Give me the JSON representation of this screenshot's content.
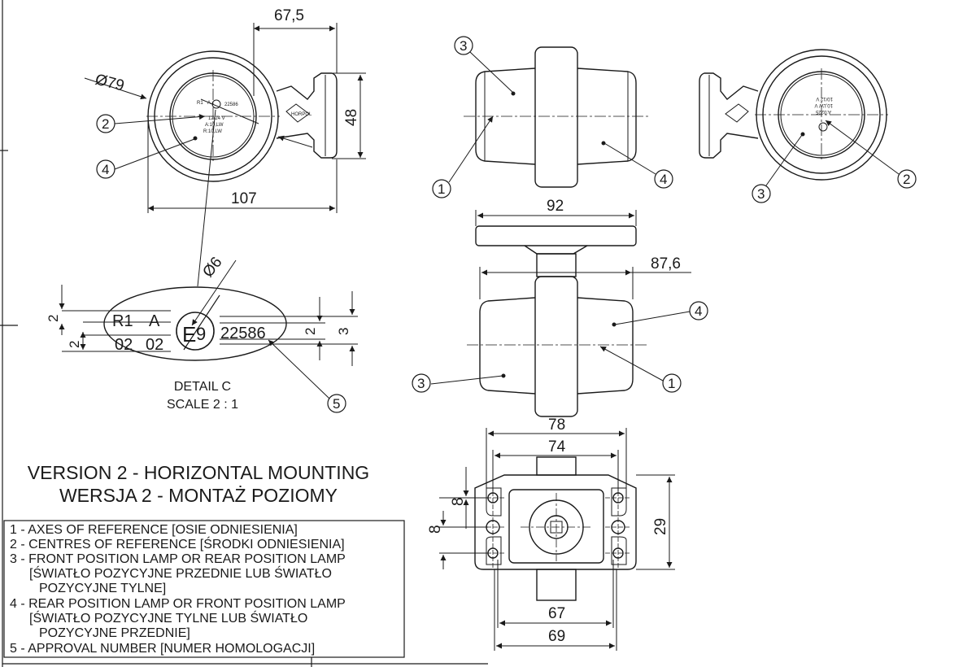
{
  "frame_color": "#1a1a1a",
  "dimensions": {
    "front_width": "67,5",
    "front_diameter": "Ø79",
    "front_height": "48",
    "front_total": "107",
    "top_width": "92",
    "top_depth": "87,6",
    "bottom_outer": "78",
    "bottom_inner": "74",
    "bottom_holes_inner": "67",
    "bottom_holes_outer": "69",
    "bottom_height": "29",
    "bottom_hole_pitch_1": "8",
    "bottom_hole_pitch_2": "8",
    "detail_diameter": "Ø6",
    "detail_row1_height": "2",
    "detail_row2_height": "2",
    "detail_approval_height": "2",
    "detail_e9_height": "3"
  },
  "callouts": {
    "c1": "1",
    "c2": "2",
    "c3": "3",
    "c4": "4",
    "c5": "5"
  },
  "detail": {
    "r1": "R1",
    "a": "A",
    "code_left": "02",
    "code_right": "02",
    "e_mark": "E",
    "e_number": "9",
    "approval": "22586",
    "title": "DETAIL C",
    "scale": "SCALE 2 : 1"
  },
  "lens_text": {
    "r1": "R1",
    "a": "A",
    "code": "22586",
    "l1": "12/24 V",
    "l2": "A:10,LW",
    "l3": "R:10,LW",
    "m1": "10/12 V",
    "m2": "10,LW V",
    "m3": "A:0225"
  },
  "title": {
    "line1": "VERSION 2 - HORIZONTAL MOUNTING",
    "line2": "WERSJA 2 - MONTAŻ POZIOMY"
  },
  "legend": [
    "1 - AXES OF REFERENCE [OSIE ODNIESIENIA]",
    "2 - CENTRES OF REFERENCE [ŚRODKI ODNIESIENIA]",
    "3 - FRONT POSITION LAMP OR REAR POSITION LAMP",
    "[ŚWIATŁO POZYCYJNE PRZEDNIE LUB ŚWIATŁO",
    "POZYCYJNE TYLNE]",
    "4 - REAR POSITION LAMP OR FRONT POSITION LAMP",
    "[ŚWIATŁO POZYCYJNE TYLNE LUB ŚWIATŁO",
    "POZYCYJNE PRZEDNIE]",
    "5 - APPROVAL NUMBER [NUMER HOMOLOGACJI]"
  ]
}
